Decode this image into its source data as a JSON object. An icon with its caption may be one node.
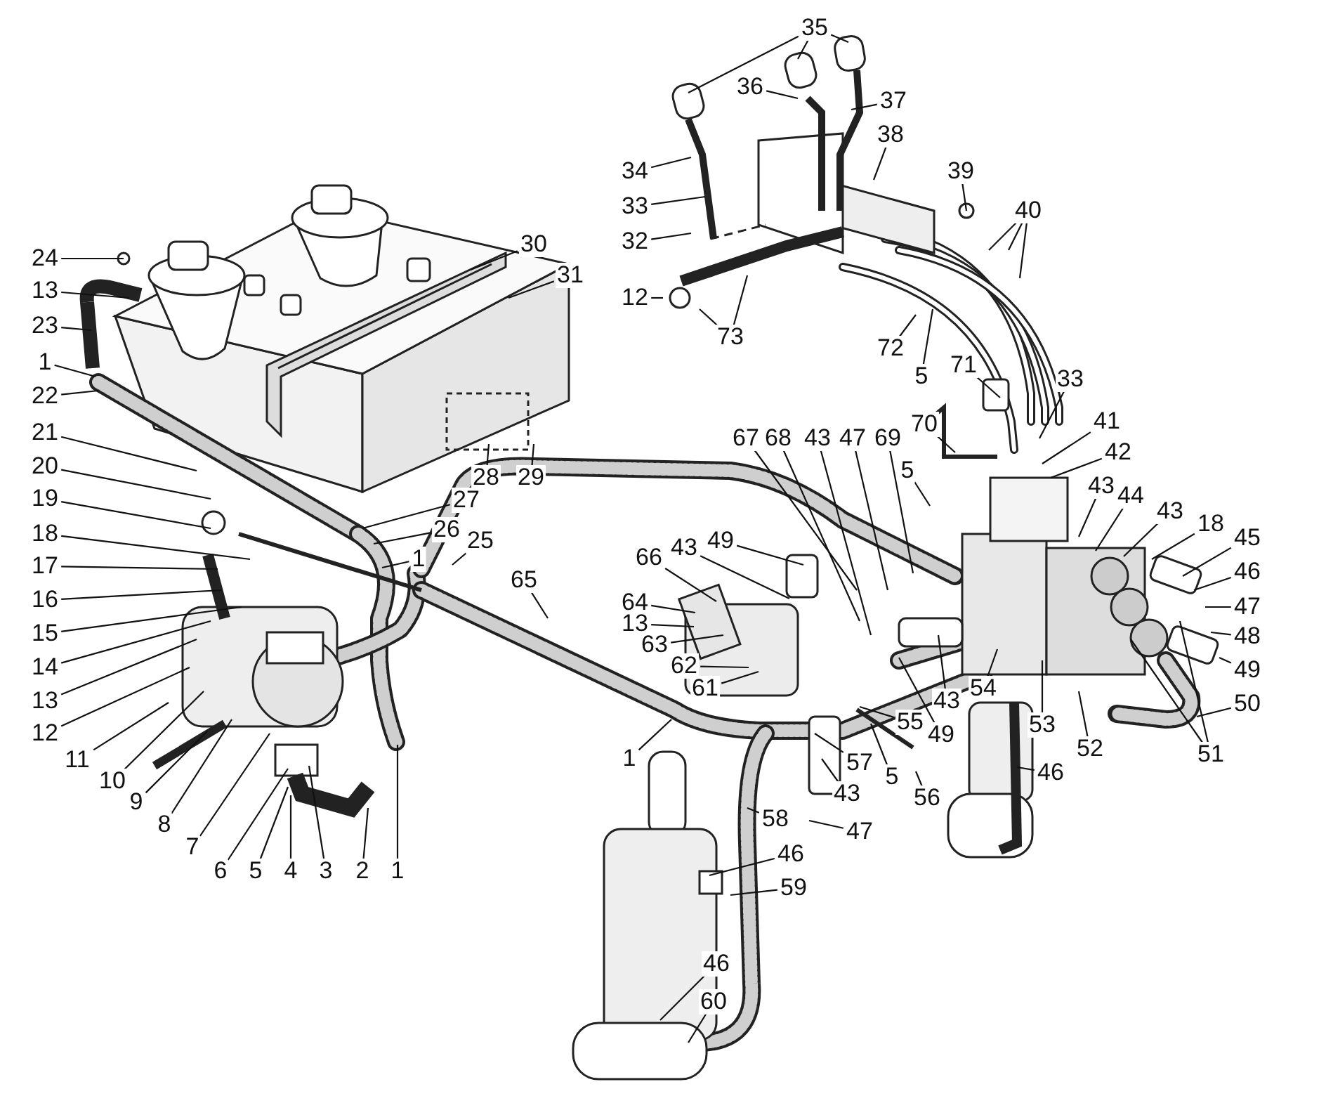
{
  "diagram": {
    "nodes": [
      {
        "text": [
          "24"
        ]
      },
      {
        "text": [
          "13"
        ]
      },
      {
        "text": [
          "23"
        ]
      },
      {
        "text": [
          "1"
        ]
      },
      {
        "text": [
          "22"
        ]
      },
      {
        "text": [
          "21"
        ]
      },
      {
        "text": [
          "20"
        ]
      },
      {
        "text": [
          "19"
        ]
      },
      {
        "text": [
          "18"
        ]
      },
      {
        "text": [
          "17"
        ]
      },
      {
        "text": [
          "16"
        ]
      },
      {
        "text": [
          "15"
        ]
      },
      {
        "text": [
          "14"
        ]
      },
      {
        "text": [
          "13"
        ]
      },
      {
        "text": [
          "12"
        ]
      },
      {
        "text": [
          "11"
        ]
      },
      {
        "text": [
          "10"
        ]
      },
      {
        "text": [
          "9"
        ]
      },
      {
        "text": [
          "8"
        ]
      },
      {
        "text": [
          "7"
        ]
      },
      {
        "text": [
          "6"
        ]
      },
      {
        "text": [
          "5"
        ]
      },
      {
        "text": [
          "4"
        ]
      },
      {
        "text": [
          "3"
        ]
      },
      {
        "text": [
          "2"
        ]
      },
      {
        "text": [
          "1"
        ]
      },
      {
        "text": [
          "30"
        ]
      },
      {
        "text": [
          "31"
        ]
      },
      {
        "text": [
          "28"
        ]
      },
      {
        "text": [
          "29"
        ]
      },
      {
        "text": [
          "27"
        ]
      },
      {
        "text": [
          "26"
        ]
      },
      {
        "text": [
          "1"
        ]
      },
      {
        "text": [
          "25"
        ]
      },
      {
        "text": [
          "65"
        ]
      },
      {
        "text": [
          "35"
        ]
      },
      {
        "text": [
          "36"
        ]
      },
      {
        "text": [
          "37"
        ]
      },
      {
        "text": [
          "34"
        ]
      },
      {
        "text": [
          "38"
        ]
      },
      {
        "text": [
          "39"
        ]
      },
      {
        "text": [
          "33"
        ]
      },
      {
        "text": [
          "32"
        ]
      },
      {
        "text": [
          "40"
        ]
      },
      {
        "text": [
          "12"
        ]
      },
      {
        "text": [
          "73"
        ]
      },
      {
        "text": [
          "72"
        ]
      },
      {
        "text": [
          "5"
        ]
      },
      {
        "text": [
          "71"
        ]
      },
      {
        "text": [
          "33"
        ]
      },
      {
        "text": [
          "67"
        ]
      },
      {
        "text": [
          "68"
        ]
      },
      {
        "text": [
          "43"
        ]
      },
      {
        "text": [
          "47"
        ]
      },
      {
        "text": [
          "69"
        ]
      },
      {
        "text": [
          "70"
        ]
      },
      {
        "text": [
          "5"
        ]
      },
      {
        "text": [
          "41"
        ]
      },
      {
        "text": [
          "42"
        ]
      },
      {
        "text": [
          "43"
        ]
      },
      {
        "text": [
          "44"
        ]
      },
      {
        "text": [
          "43"
        ]
      },
      {
        "text": [
          "18"
        ]
      },
      {
        "text": [
          "45"
        ]
      },
      {
        "text": [
          "46"
        ]
      },
      {
        "text": [
          "47"
        ]
      },
      {
        "text": [
          "48"
        ]
      },
      {
        "text": [
          "49"
        ]
      },
      {
        "text": [
          "50"
        ]
      },
      {
        "text": [
          "49"
        ]
      },
      {
        "text": [
          "43"
        ]
      },
      {
        "text": [
          "66"
        ]
      },
      {
        "text": [
          "64"
        ]
      },
      {
        "text": [
          "13"
        ]
      },
      {
        "text": [
          "63"
        ]
      },
      {
        "text": [
          "62"
        ]
      },
      {
        "text": [
          "61"
        ]
      },
      {
        "text": [
          "54"
        ]
      },
      {
        "text": [
          "43"
        ]
      },
      {
        "text": [
          "53"
        ]
      },
      {
        "text": [
          "49"
        ]
      },
      {
        "text": [
          "52"
        ]
      },
      {
        "text": [
          "51"
        ]
      },
      {
        "text": [
          "46"
        ]
      },
      {
        "text": [
          "1"
        ]
      },
      {
        "text": [
          "55"
        ]
      },
      {
        "text": [
          "57"
        ]
      },
      {
        "text": [
          "5"
        ]
      },
      {
        "text": [
          "56"
        ]
      },
      {
        "text": [
          "43"
        ]
      },
      {
        "text": [
          "47"
        ]
      },
      {
        "text": [
          "58"
        ]
      },
      {
        "text": [
          "46"
        ]
      },
      {
        "text": [
          "59"
        ]
      },
      {
        "text": [
          "46"
        ]
      },
      {
        "text": [
          "60"
        ]
      }
    ],
    "edges": [
      {
        "from": 0,
        "to": null,
        "arrow": "none"
      },
      {
        "from": 1,
        "to": null,
        "arrow": "none"
      },
      {
        "from": 2,
        "to": null,
        "arrow": "none"
      },
      {
        "from": 3,
        "to": null,
        "arrow": "none"
      },
      {
        "from": 4,
        "to": null,
        "arrow": "none"
      },
      {
        "from": 5,
        "to": null,
        "arrow": "none"
      },
      {
        "from": 6,
        "to": null,
        "arrow": "none"
      },
      {
        "from": 7,
        "to": null,
        "arrow": "none"
      },
      {
        "from": 8,
        "to": null,
        "arrow": "none"
      },
      {
        "from": 9,
        "to": null,
        "arrow": "none"
      },
      {
        "from": 10,
        "to": null,
        "arrow": "none"
      },
      {
        "from": 11,
        "to": null,
        "arrow": "none"
      },
      {
        "from": 12,
        "to": null,
        "arrow": "none"
      },
      {
        "from": 13,
        "to": null,
        "arrow": "none"
      },
      {
        "from": 14,
        "to": null,
        "arrow": "none"
      },
      {
        "from": 15,
        "to": null,
        "arrow": "none"
      },
      {
        "from": 16,
        "to": null,
        "arrow": "none"
      },
      {
        "from": 17,
        "to": null,
        "arrow": "none"
      },
      {
        "from": 18,
        "to": null,
        "arrow": "none"
      },
      {
        "from": 19,
        "to": null,
        "arrow": "none"
      },
      {
        "from": 20,
        "to": null,
        "arrow": "none"
      },
      {
        "from": 21,
        "to": null,
        "arrow": "none"
      },
      {
        "from": 22,
        "to": null,
        "arrow": "none"
      },
      {
        "from": 23,
        "to": null,
        "arrow": "none"
      },
      {
        "from": 24,
        "to": null,
        "arrow": "none"
      },
      {
        "from": 25,
        "to": null,
        "arrow": "none"
      },
      {
        "from": 26,
        "to": null,
        "arrow": "none"
      },
      {
        "from": 27,
        "to": null,
        "arrow": "none"
      },
      {
        "from": 28,
        "to": null,
        "arrow": "none"
      },
      {
        "from": 29,
        "to": null,
        "arrow": "none"
      },
      {
        "from": 30,
        "to": null,
        "arrow": "none"
      },
      {
        "from": 31,
        "to": null,
        "arrow": "none"
      },
      {
        "from": 32,
        "to": null,
        "arrow": "none"
      },
      {
        "from": 33,
        "to": null,
        "arrow": "none"
      },
      {
        "from": 34,
        "to": null,
        "arrow": "none"
      },
      {
        "from": 35,
        "to": null,
        "arrow": "none"
      },
      {
        "from": 35,
        "to": null,
        "arrow": "none"
      },
      {
        "from": 35,
        "to": null,
        "arrow": "none"
      },
      {
        "from": 36,
        "to": null,
        "arrow": "none"
      },
      {
        "from": 37,
        "to": null,
        "arrow": "none"
      },
      {
        "from": 38,
        "to": null,
        "arrow": "none"
      },
      {
        "from": 39,
        "to": null,
        "arrow": "none"
      },
      {
        "from": 40,
        "to": null,
        "arrow": "none"
      },
      {
        "from": 41,
        "to": null,
        "arrow": "none"
      },
      {
        "from": 42,
        "to": null,
        "arrow": "none"
      },
      {
        "from": 43,
        "to": null,
        "arrow": "none"
      },
      {
        "from": 43,
        "to": null,
        "arrow": "none"
      },
      {
        "from": 43,
        "to": null,
        "arrow": "none"
      },
      {
        "from": 44,
        "to": null,
        "arrow": "none"
      },
      {
        "from": 45,
        "to": null,
        "arrow": "none"
      },
      {
        "from": 45,
        "to": null,
        "arrow": "none"
      },
      {
        "from": 46,
        "to": null,
        "arrow": "none"
      },
      {
        "from": 47,
        "to": null,
        "arrow": "none"
      },
      {
        "from": 48,
        "to": null,
        "arrow": "none"
      },
      {
        "from": 49,
        "to": null,
        "arrow": "none"
      },
      {
        "from": 50,
        "to": null,
        "arrow": "none"
      },
      {
        "from": 51,
        "to": null,
        "arrow": "none"
      },
      {
        "from": 52,
        "to": null,
        "arrow": "none"
      },
      {
        "from": 53,
        "to": null,
        "arrow": "none"
      },
      {
        "from": 54,
        "to": null,
        "arrow": "none"
      },
      {
        "from": 55,
        "to": null,
        "arrow": "none"
      },
      {
        "from": 56,
        "to": null,
        "arrow": "none"
      },
      {
        "from": 57,
        "to": null,
        "arrow": "none"
      },
      {
        "from": 58,
        "to": null,
        "arrow": "none"
      },
      {
        "from": 59,
        "to": null,
        "arrow": "none"
      },
      {
        "from": 60,
        "to": null,
        "arrow": "none"
      },
      {
        "from": 61,
        "to": null,
        "arrow": "none"
      },
      {
        "from": 62,
        "to": null,
        "arrow": "none"
      },
      {
        "from": 63,
        "to": null,
        "arrow": "none"
      },
      {
        "from": 64,
        "to": null,
        "arrow": "none"
      },
      {
        "from": 65,
        "to": null,
        "arrow": "none"
      },
      {
        "from": 66,
        "to": null,
        "arrow": "none"
      },
      {
        "from": 67,
        "to": null,
        "arrow": "none"
      },
      {
        "from": 68,
        "to": null,
        "arrow": "none"
      },
      {
        "from": 69,
        "to": null,
        "arrow": "none"
      },
      {
        "from": 70,
        "to": null,
        "arrow": "none"
      },
      {
        "from": 71,
        "to": null,
        "arrow": "none"
      },
      {
        "from": 72,
        "to": null,
        "arrow": "none"
      },
      {
        "from": 73,
        "to": null,
        "arrow": "none"
      },
      {
        "from": 74,
        "to": null,
        "arrow": "none"
      },
      {
        "from": 75,
        "to": null,
        "arrow": "none"
      },
      {
        "from": 76,
        "to": null,
        "arrow": "none"
      },
      {
        "from": 77,
        "to": null,
        "arrow": "none"
      },
      {
        "from": 78,
        "to": null,
        "arrow": "none"
      },
      {
        "from": 79,
        "to": null,
        "arrow": "none"
      },
      {
        "from": 80,
        "to": null,
        "arrow": "none"
      },
      {
        "from": 81,
        "to": null,
        "arrow": "none"
      },
      {
        "from": 82,
        "to": null,
        "arrow": "none"
      },
      {
        "from": 82,
        "to": null,
        "arrow": "none"
      },
      {
        "from": 83,
        "to": null,
        "arrow": "none"
      },
      {
        "from": 84,
        "to": null,
        "arrow": "none"
      },
      {
        "from": 85,
        "to": null,
        "arrow": "none"
      },
      {
        "from": 86,
        "to": null,
        "arrow": "none"
      },
      {
        "from": 87,
        "to": null,
        "arrow": "none"
      },
      {
        "from": 88,
        "to": null,
        "arrow": "none"
      },
      {
        "from": 89,
        "to": null,
        "arrow": "none"
      },
      {
        "from": 90,
        "to": null,
        "arrow": "none"
      },
      {
        "from": 91,
        "to": null,
        "arrow": "none"
      },
      {
        "from": 92,
        "to": null,
        "arrow": "none"
      },
      {
        "from": 93,
        "to": null,
        "arrow": "none"
      },
      {
        "from": 94,
        "to": null,
        "arrow": "none"
      },
      {
        "from": 95,
        "to": null,
        "arrow": "none"
      }
    ]
  }
}
